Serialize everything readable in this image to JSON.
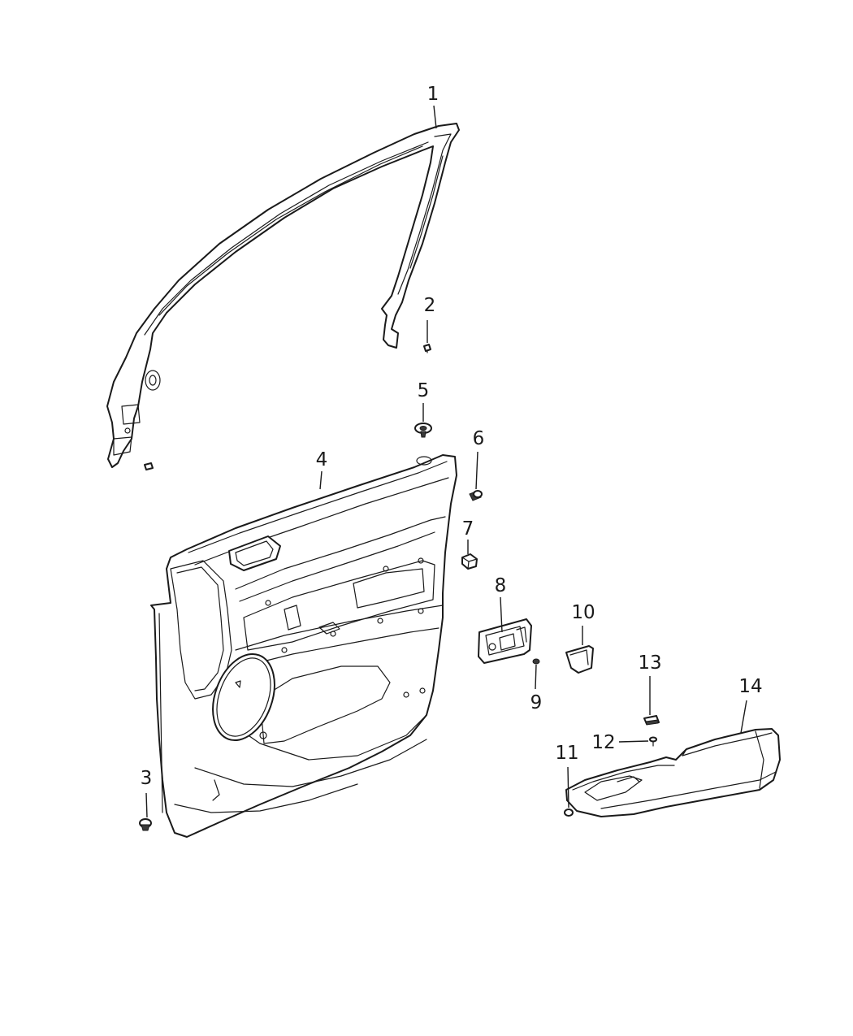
{
  "diagram": {
    "callouts": [
      {
        "id": "1",
        "label": "1"
      },
      {
        "id": "2",
        "label": "2"
      },
      {
        "id": "3",
        "label": "3"
      },
      {
        "id": "4",
        "label": "4"
      },
      {
        "id": "5",
        "label": "5"
      },
      {
        "id": "6",
        "label": "6"
      },
      {
        "id": "7",
        "label": "7"
      },
      {
        "id": "8",
        "label": "8"
      },
      {
        "id": "9",
        "label": "9"
      },
      {
        "id": "10",
        "label": "10"
      },
      {
        "id": "11",
        "label": "11"
      },
      {
        "id": "12",
        "label": "12"
      },
      {
        "id": "13",
        "label": "13"
      },
      {
        "id": "14",
        "label": "14"
      }
    ],
    "line_color": "#1a1a1a",
    "background": "#ffffff"
  }
}
